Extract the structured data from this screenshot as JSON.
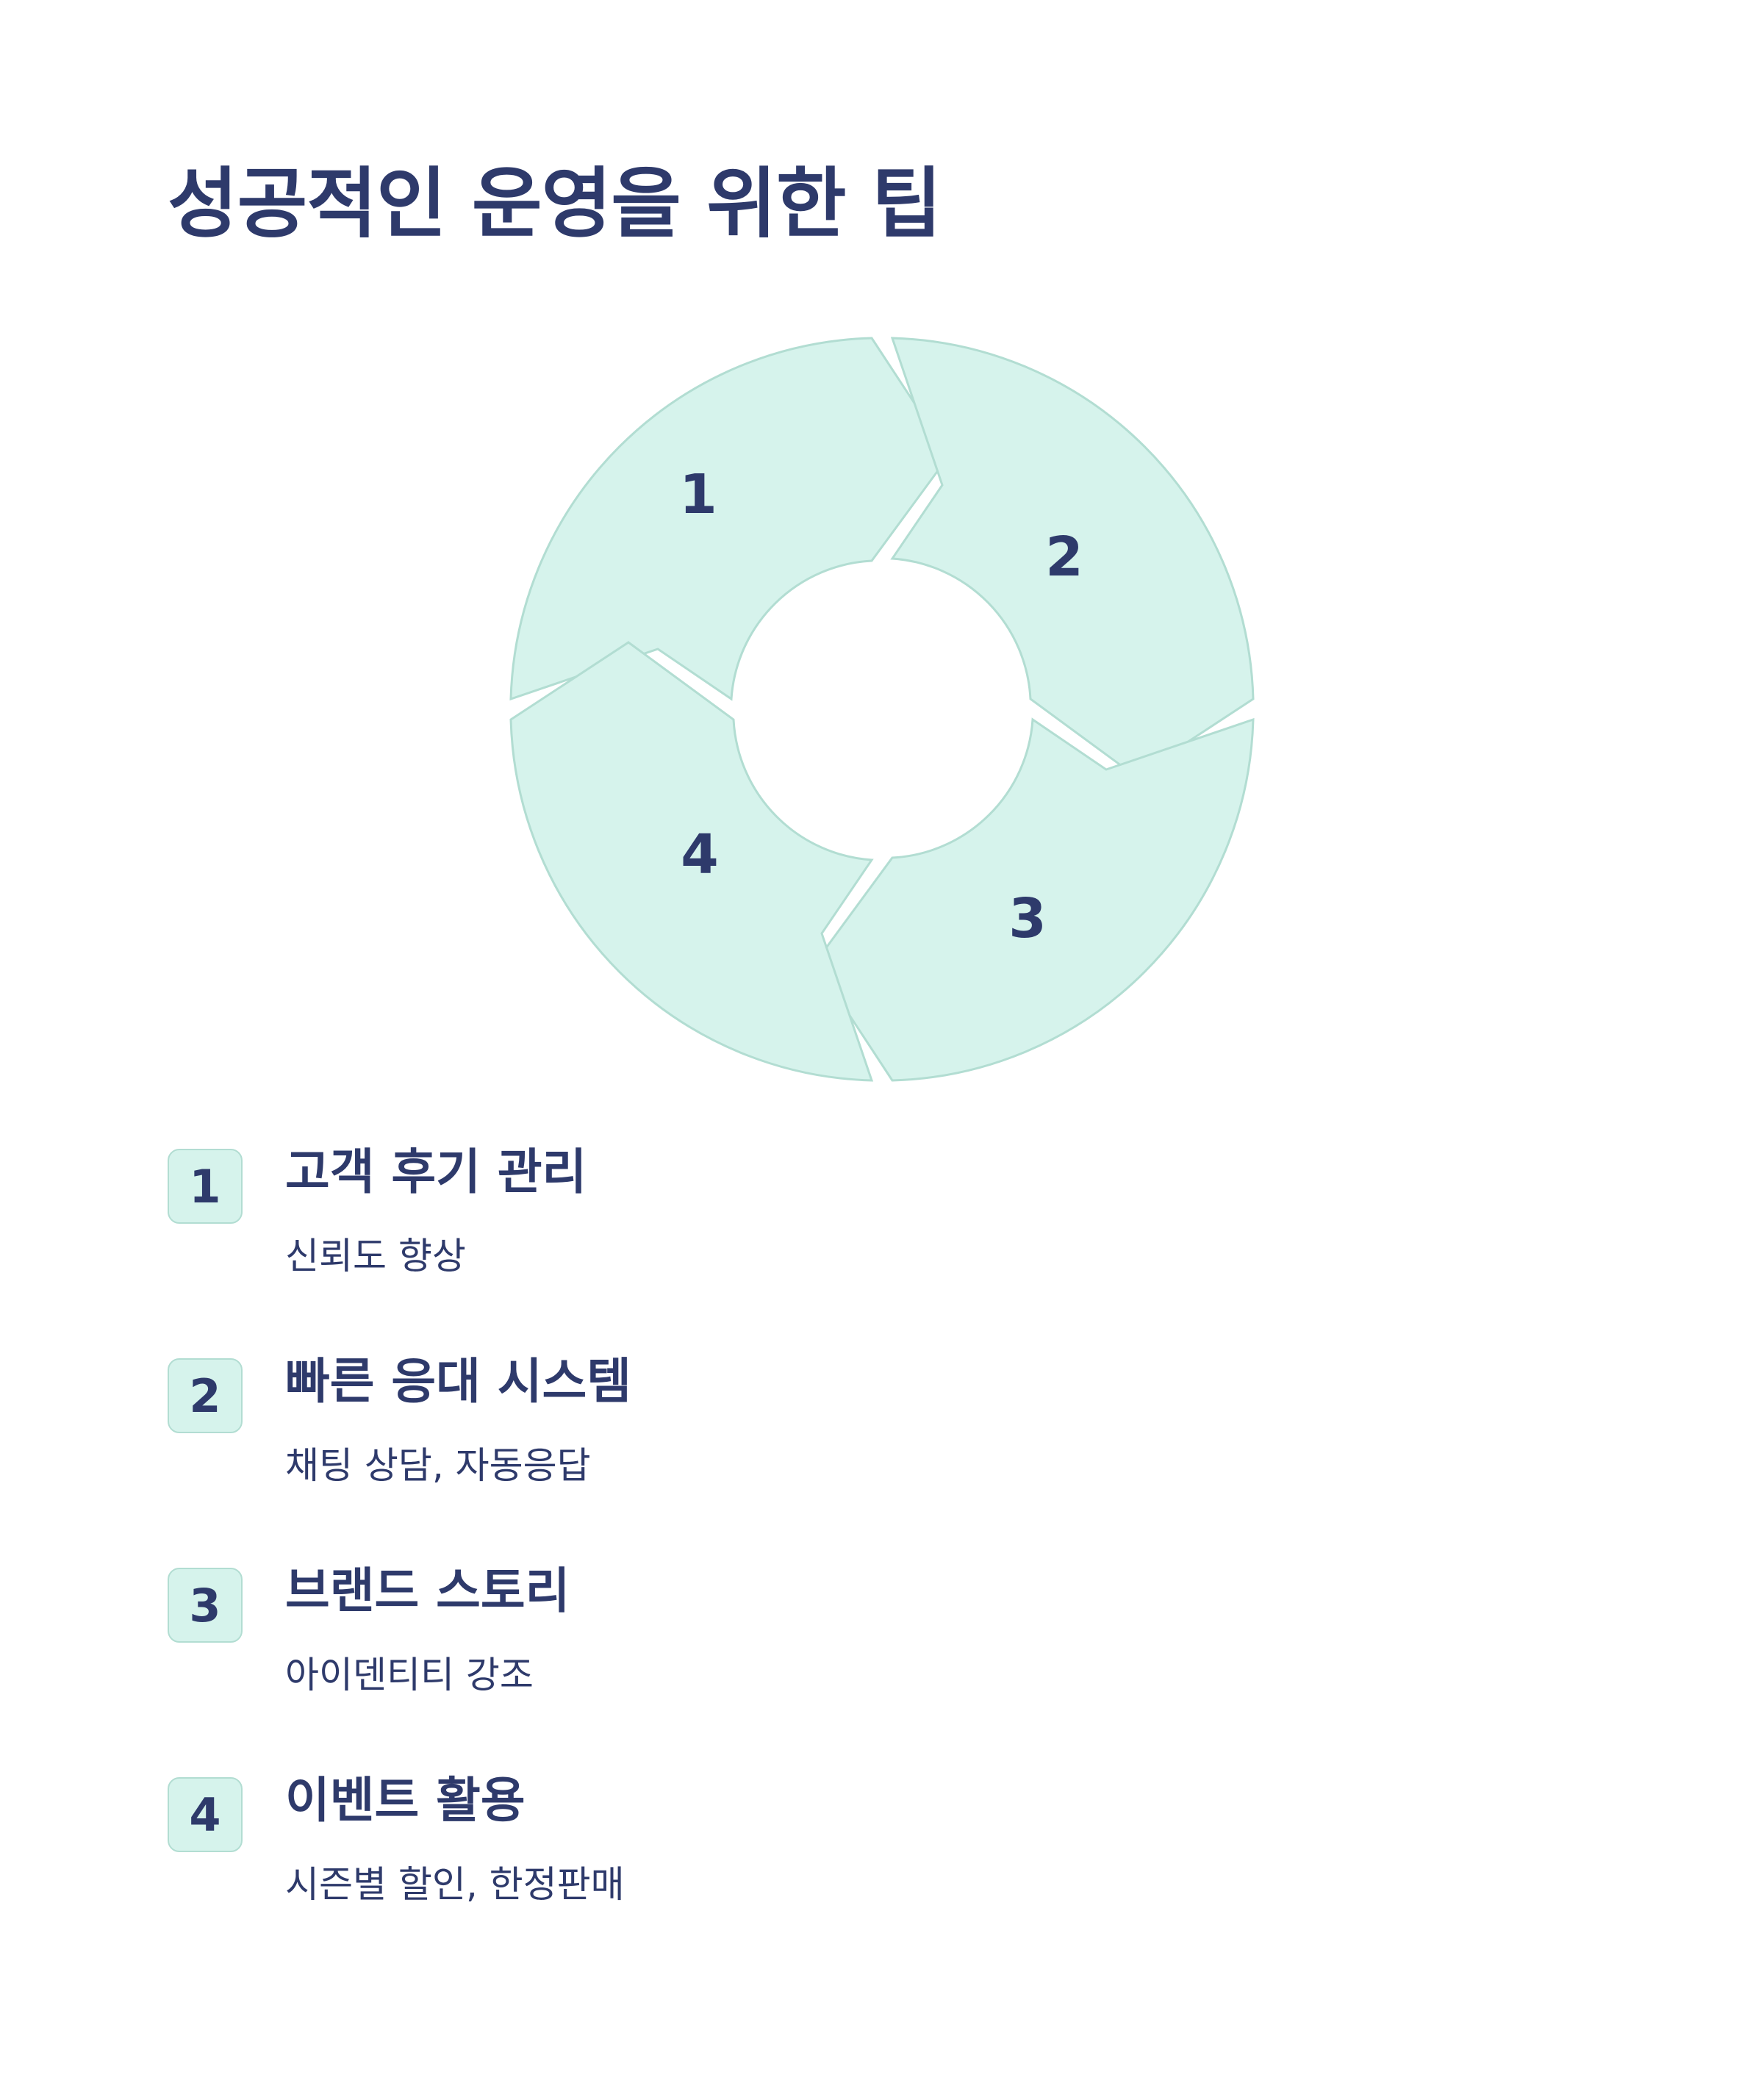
{
  "title": "성공적인 운영을 위한 팁",
  "colors": {
    "text": "#2e3a6b",
    "segment_fill": "#d6f3ec",
    "segment_stroke": "#b2ddd2",
    "background": "#ffffff"
  },
  "cycle": {
    "segments": [
      {
        "number": "1"
      },
      {
        "number": "2"
      },
      {
        "number": "3"
      },
      {
        "number": "4"
      }
    ]
  },
  "tips": [
    {
      "number": "1",
      "title": "고객 후기 관리",
      "description": "신뢰도 향상"
    },
    {
      "number": "2",
      "title": "빠른 응대 시스템",
      "description": "채팅 상담, 자동응답"
    },
    {
      "number": "3",
      "title": "브랜드 스토리",
      "description": "아이덴티티 강조"
    },
    {
      "number": "4",
      "title": "이벤트 활용",
      "description": "시즌별 할인, 한정판매"
    }
  ]
}
